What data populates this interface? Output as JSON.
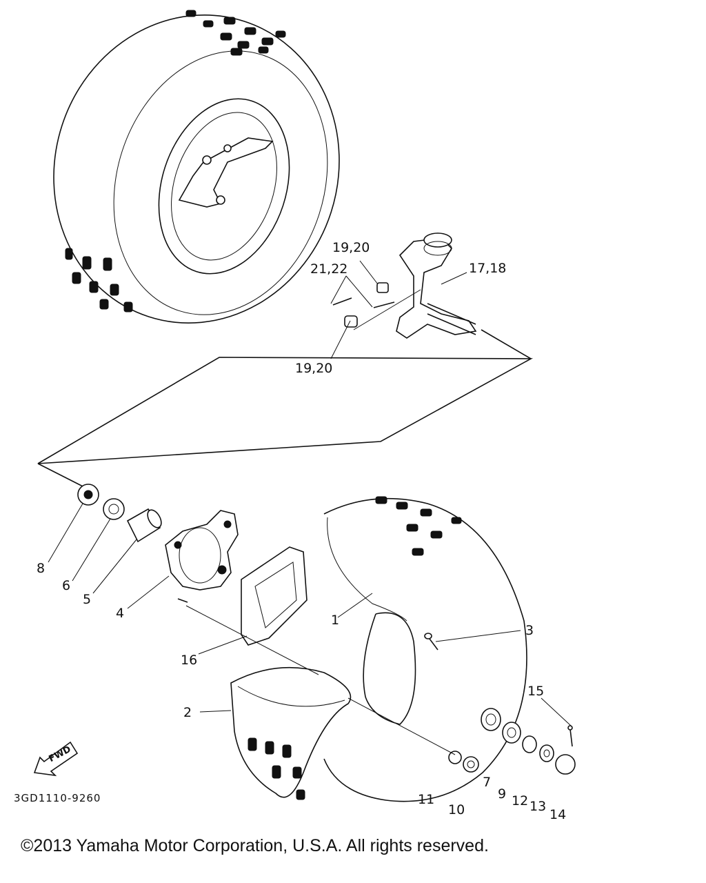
{
  "callouts": {
    "c1": "1",
    "c2": "2",
    "c3": "3",
    "c4": "4",
    "c5": "5",
    "c6": "6",
    "c7": "7",
    "c8": "8",
    "c9": "9",
    "c10": "10",
    "c11": "11",
    "c12": "12",
    "c13": "13",
    "c14": "14",
    "c15": "15",
    "c16": "16",
    "c17_18": "17,18",
    "c19_20_top": "19,20",
    "c19_20_bottom": "19,20",
    "c21_22": "21,22"
  },
  "fwd_label": "FWD",
  "diagram_code": "3GD1110-9260",
  "copyright": "©2013 Yamaha Motor Corporation, U.S.A. All rights reserved."
}
